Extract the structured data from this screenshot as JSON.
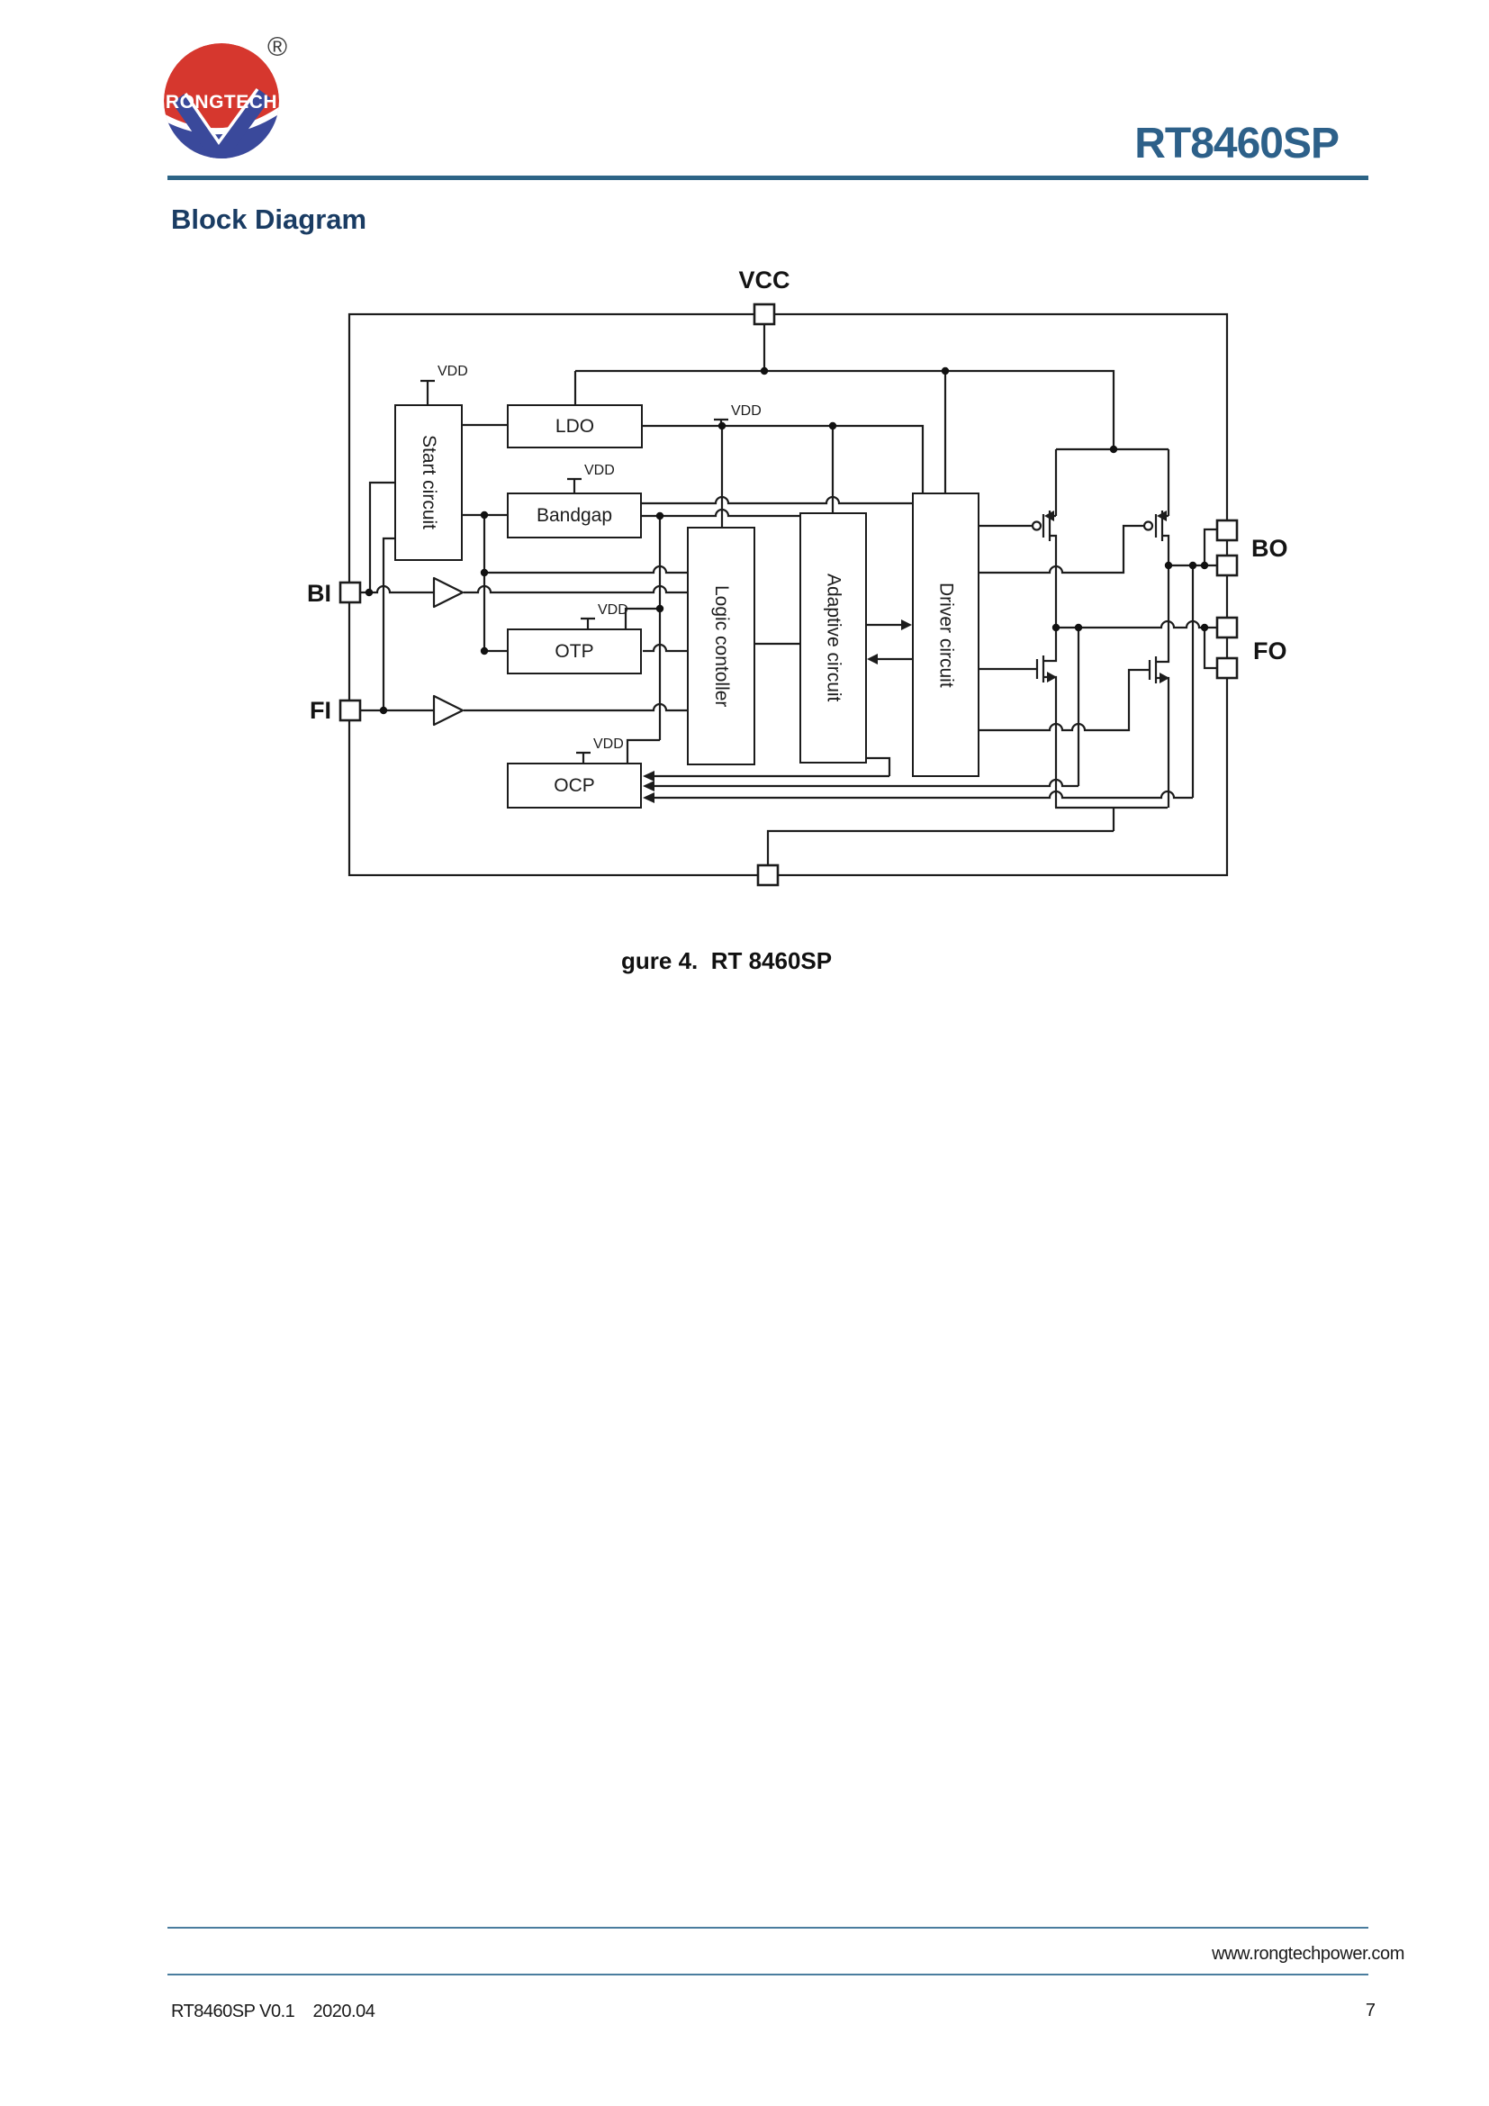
{
  "header": {
    "brand": "RONGTECH",
    "registered_mark": "®",
    "part_number": "RT8460SP"
  },
  "section_title": "Block Diagram",
  "diagram": {
    "pins": {
      "vcc": "VCC",
      "bi": "BI",
      "fi": "FI",
      "bo": "BO",
      "fo": "FO"
    },
    "vdd": "VDD",
    "blocks": {
      "start": "Start circuit",
      "ldo": "LDO",
      "bandgap": "Bandgap",
      "otp": "OTP",
      "ocp": "OCP",
      "logic": "Logic contoller",
      "adaptive": "Adaptive circuit",
      "driver": "Driver circuit"
    }
  },
  "caption": "gure 4.  RT 8460SP",
  "footer": {
    "website": "www.rongtechpower.com",
    "doc_info": "RT8460SP V0.1    2020.04",
    "page_number": "7"
  },
  "colors": {
    "accent_blue": "#2d6089",
    "heading_navy": "#1a3c63",
    "rule_blue": "#2d6486",
    "footer_rule": "#4a7d9e",
    "logo_red": "#d6372e",
    "logo_blue": "#3a499b",
    "diagram_ink": "#1c1c1c"
  }
}
